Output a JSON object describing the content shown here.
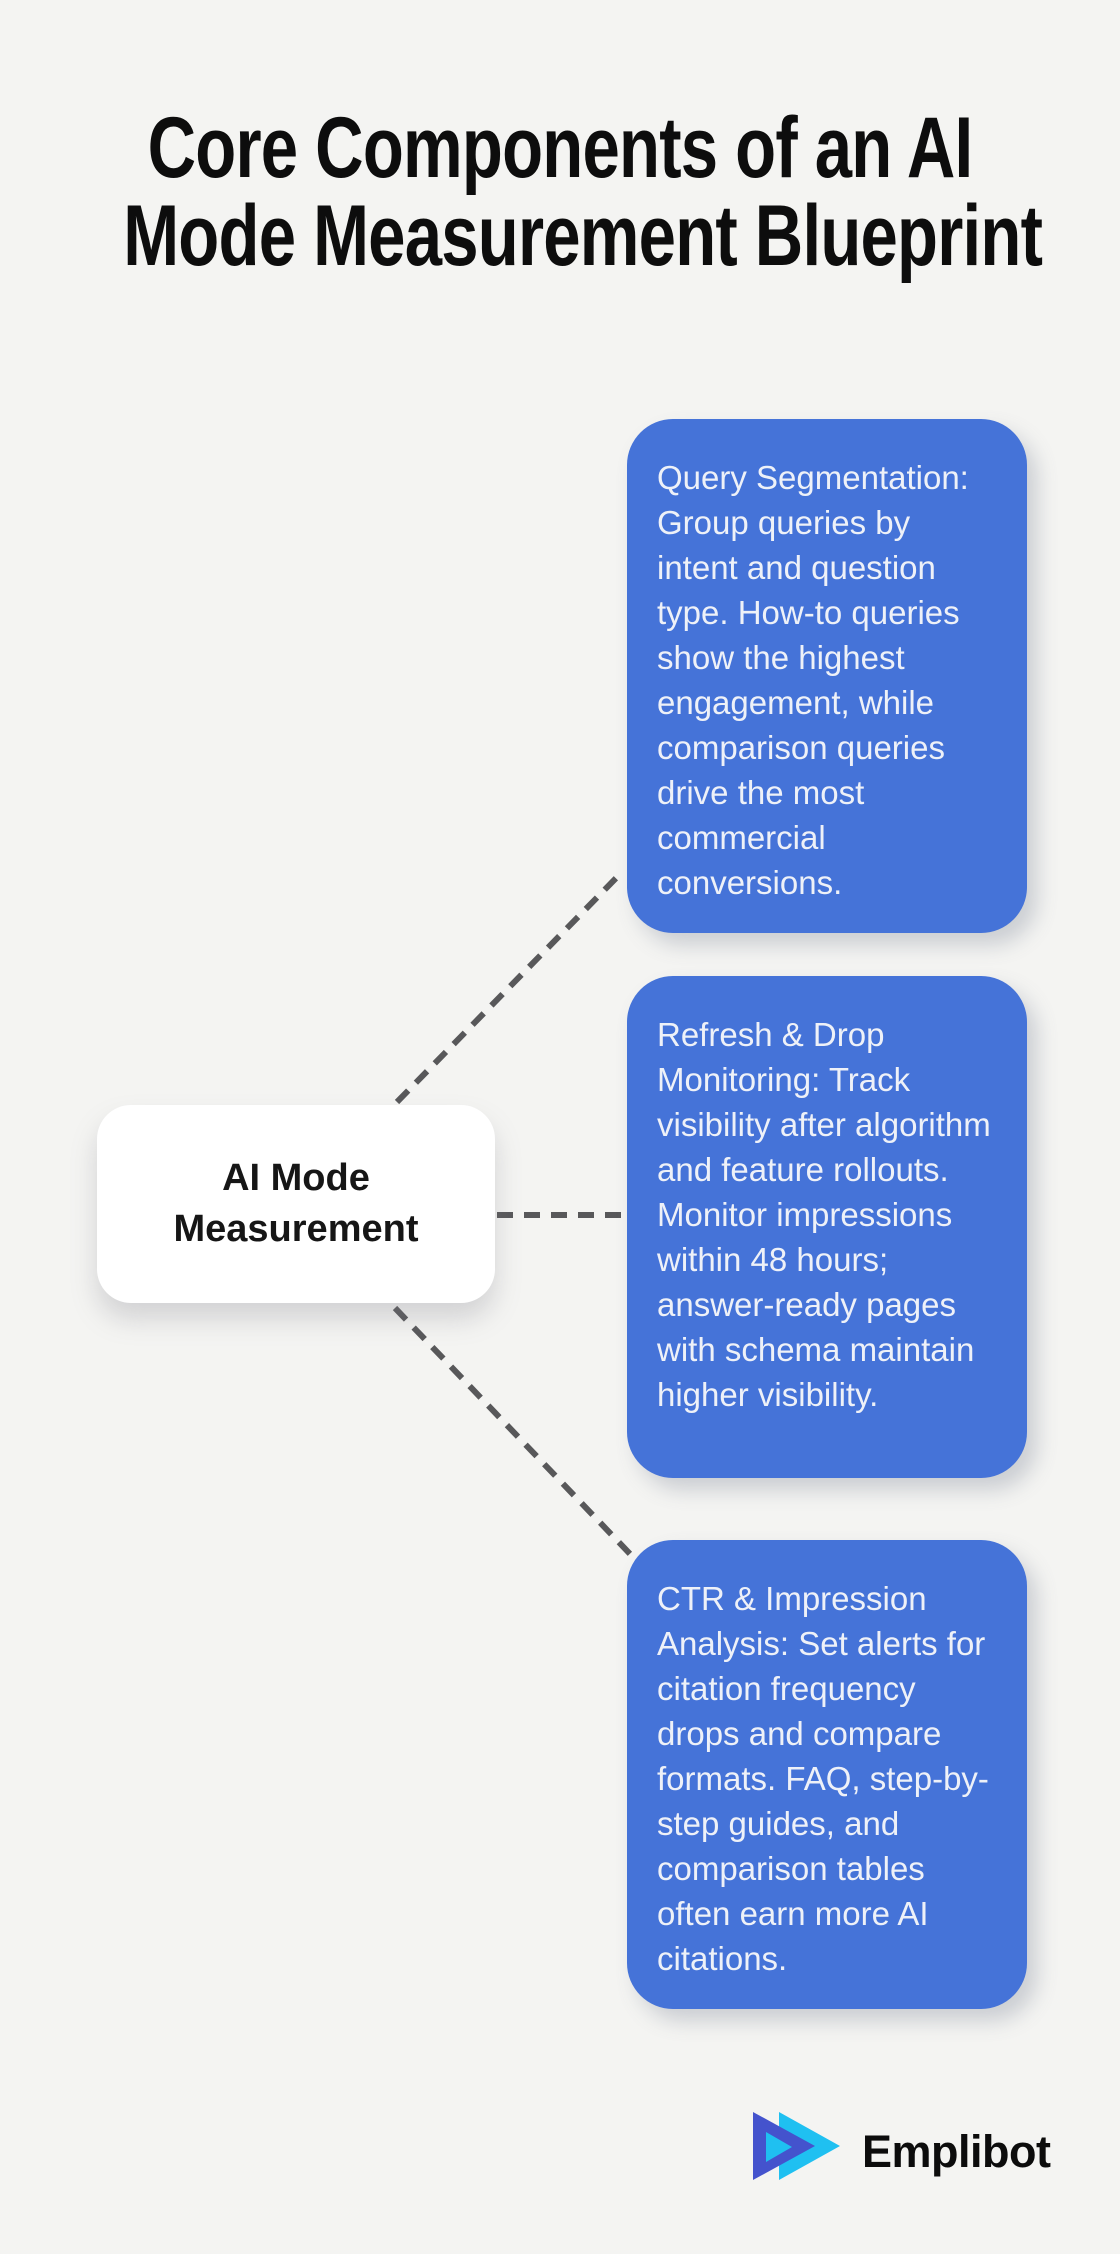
{
  "title": {
    "line1": "Core Components of an AI",
    "line2": "Mode Measurement Blueprint"
  },
  "center_node": {
    "line1": "AI Mode",
    "line2": "Measurement"
  },
  "branches": [
    {
      "text": "Query Segmentation: Group queries by intent and question type. How-to queries show the highest engagement, while comparison queries drive the most commercial conversions."
    },
    {
      "text": "Refresh & Drop Monitoring: Track visibility after algorithm and feature rollouts. Monitor impressions within 48 hours; answer-ready pages with schema maintain higher visibility."
    },
    {
      "text": "CTR & Impression Analysis: Set alerts for citation frequency drops and compare formats. FAQ, step-by-step guides, and comparison tables often earn more AI citations."
    }
  ],
  "logo": {
    "text": "Emplibot"
  },
  "colors": {
    "background": "#f4f4f2",
    "card_blue": "#4573d8",
    "card_text": "#eef1f8",
    "connector_gray": "#58585a",
    "title_black": "#0d0d0d",
    "node_white": "#ffffff",
    "logo_indigo": "#4453cd",
    "logo_cyan": "#1fc0f1"
  }
}
